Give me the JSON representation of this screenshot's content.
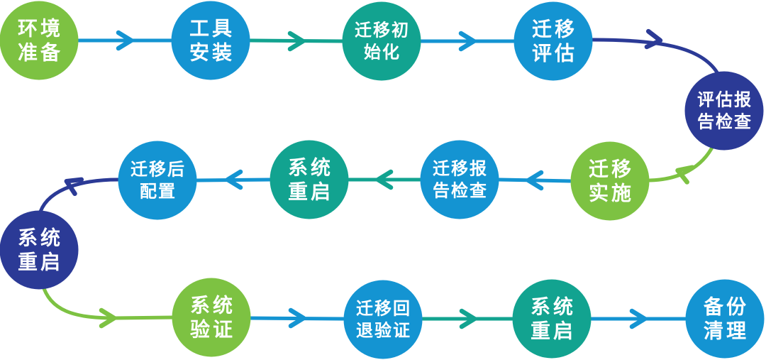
{
  "diagram": {
    "title": "migration-process-flowchart",
    "background": "#FFFFFF",
    "palette": {
      "green": "#7DC242",
      "blue": "#1494D2",
      "teal": "#12A390",
      "navy": "#2B3A96",
      "label_text": "#FFFFFF"
    },
    "nodes": [
      {
        "id": "env-prep",
        "label": "环境准备",
        "line1": "环境",
        "line2": "准备",
        "color": "#7DC242"
      },
      {
        "id": "tool-install",
        "label": "工具安装",
        "line1": "工具",
        "line2": "安装",
        "color": "#1494D2"
      },
      {
        "id": "migration-init",
        "label": "迁移初始化",
        "line1": "迁移初",
        "line2": "始化",
        "color": "#12A390"
      },
      {
        "id": "migration-assess",
        "label": "迁移评估",
        "line1": "迁移",
        "line2": "评估",
        "color": "#1494D2"
      },
      {
        "id": "assess-report-check",
        "label": "评估报告检查",
        "line1": "评估报",
        "line2": "告检查",
        "color": "#2B3A96"
      },
      {
        "id": "migration-implement",
        "label": "迁移实施",
        "line1": "迁移",
        "line2": "实施",
        "color": "#7DC242"
      },
      {
        "id": "migration-report-check",
        "label": "迁移报告检查",
        "line1": "迁移报",
        "line2": "告检查",
        "color": "#1494D2"
      },
      {
        "id": "system-restart-mid",
        "label": "系统重启",
        "line1": "系统",
        "line2": "重启",
        "color": "#12A390"
      },
      {
        "id": "post-migration-config",
        "label": "迁移后配置",
        "line1": "迁移后",
        "line2": "配置",
        "color": "#1494D2"
      },
      {
        "id": "system-restart-left",
        "label": "系统重启",
        "line1": "系统",
        "line2": "重启",
        "color": "#2B3A96"
      },
      {
        "id": "system-verify",
        "label": "系统验证",
        "line1": "系统",
        "line2": "验证",
        "color": "#7DC242"
      },
      {
        "id": "migration-rollback-verify",
        "label": "迁移回退验证",
        "line1": "迁移回",
        "line2": "退验证",
        "color": "#1494D2"
      },
      {
        "id": "system-restart-bottom",
        "label": "系统重启",
        "line1": "系统",
        "line2": "重启",
        "color": "#12A390"
      },
      {
        "id": "backup-cleanup",
        "label": "备份清理",
        "line1": "备份",
        "line2": "清理",
        "color": "#1494D2"
      }
    ],
    "edges": [
      {
        "from": "env-prep",
        "to": "tool-install",
        "color": "#1494D2"
      },
      {
        "from": "tool-install",
        "to": "migration-init",
        "color": "#12A390"
      },
      {
        "from": "migration-init",
        "to": "migration-assess",
        "color": "#1494D2"
      },
      {
        "from": "migration-assess",
        "to": "assess-report-check",
        "color": "#2B3A96"
      },
      {
        "from": "assess-report-check",
        "to": "migration-implement",
        "color": "#7DC242"
      },
      {
        "from": "migration-implement",
        "to": "migration-report-check",
        "color": "#1494D2"
      },
      {
        "from": "migration-report-check",
        "to": "system-restart-mid",
        "color": "#12A390"
      },
      {
        "from": "system-restart-mid",
        "to": "post-migration-config",
        "color": "#1494D2"
      },
      {
        "from": "post-migration-config",
        "to": "system-restart-left",
        "color": "#2B3A96"
      },
      {
        "from": "system-restart-left",
        "to": "system-verify",
        "color": "#7DC242"
      },
      {
        "from": "system-verify",
        "to": "migration-rollback-verify",
        "color": "#1494D2"
      },
      {
        "from": "migration-rollback-verify",
        "to": "system-restart-bottom",
        "color": "#12A390"
      },
      {
        "from": "system-restart-bottom",
        "to": "backup-cleanup",
        "color": "#1494D2"
      }
    ]
  }
}
